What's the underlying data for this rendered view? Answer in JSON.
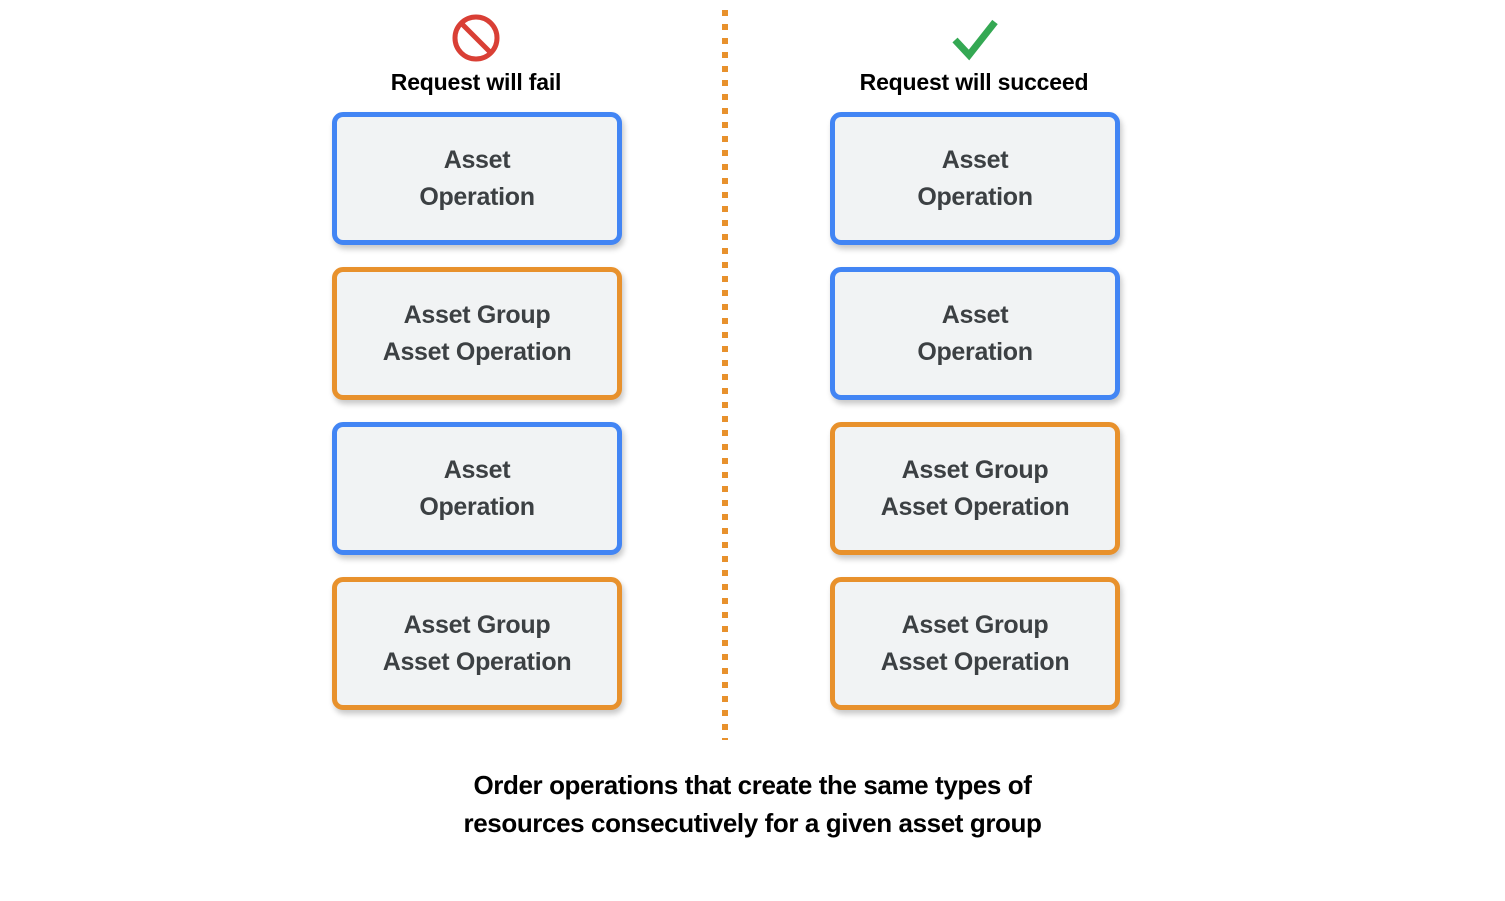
{
  "background": "#ffffff",
  "colors": {
    "blue_border": "#4285F4",
    "orange_border": "#E8912C",
    "box_fill": "#F1F3F4",
    "box_text": "#3C4043",
    "fail_icon": "#D93F35",
    "succeed_icon": "#34A853",
    "divider": "#E8912C",
    "heading_text": "#000000"
  },
  "columns": [
    {
      "id": "fail",
      "icon": "prohibition-icon",
      "icon_color": "#D93F35",
      "title": "Request will fail",
      "boxes": [
        {
          "label": "Asset\nOperation",
          "type": "blue"
        },
        {
          "label": "Asset Group\nAsset Operation",
          "type": "orange"
        },
        {
          "label": "Asset\nOperation",
          "type": "blue"
        },
        {
          "label": "Asset Group\nAsset Operation",
          "type": "orange"
        }
      ]
    },
    {
      "id": "succeed",
      "icon": "checkmark-icon",
      "icon_color": "#34A853",
      "title": "Request will succeed",
      "boxes": [
        {
          "label": "Asset\nOperation",
          "type": "blue"
        },
        {
          "label": "Asset\nOperation",
          "type": "blue"
        },
        {
          "label": "Asset Group\nAsset Operation",
          "type": "orange"
        },
        {
          "label": "Asset Group\nAsset Operation",
          "type": "orange"
        }
      ]
    }
  ],
  "caption": "Order operations that create the same types of\nresources consecutively for a given asset group"
}
